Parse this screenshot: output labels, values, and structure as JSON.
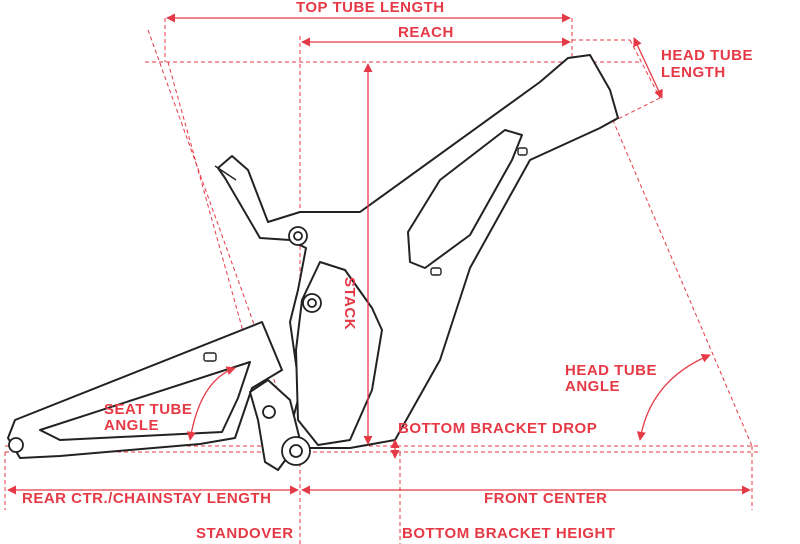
{
  "labels": {
    "top_tube_length": "TOP TUBE LENGTH",
    "reach": "REACH",
    "head_tube_length_1": "HEAD TUBE",
    "head_tube_length_2": "LENGTH",
    "stack": "STACK",
    "head_tube_angle_1": "HEAD TUBE",
    "head_tube_angle_2": "ANGLE",
    "seat_tube_angle_1": "SEAT TUBE",
    "seat_tube_angle_2": "ANGLE",
    "bottom_bracket_drop": "BOTTOM BRACKET DROP",
    "rear_center": "REAR CTR./CHAINSTAY LENGTH",
    "front_center": "FRONT CENTER",
    "standover": "STANDOVER",
    "bottom_bracket_height": "BOTTOM BRACKET HEIGHT"
  },
  "colors": {
    "accent": "#e63946",
    "frame_stroke": "#222222",
    "background": "#ffffff"
  }
}
